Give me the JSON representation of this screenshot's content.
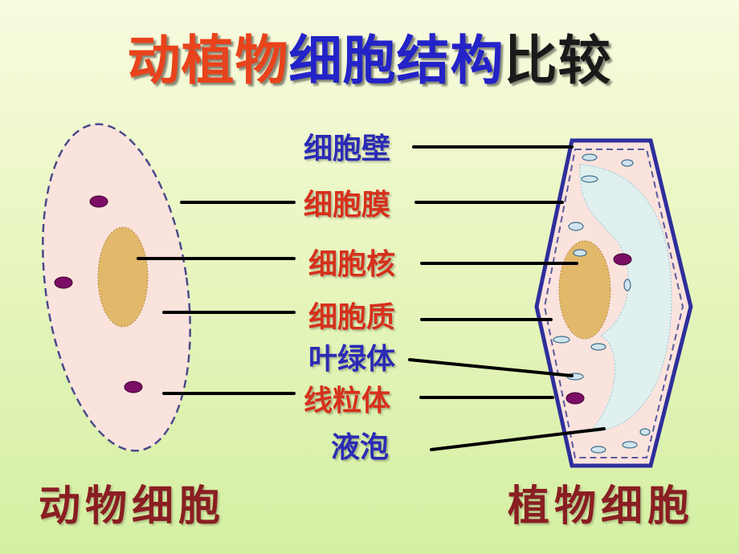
{
  "title": {
    "part1": "动植物",
    "part2": "细胞结构",
    "part3": "比较"
  },
  "labels": {
    "cell_wall": "细胞壁",
    "cell_membrane": "细胞膜",
    "nucleus": "细胞核",
    "cytoplasm": "细胞质",
    "chloroplast": "叶绿体",
    "mitochondria": "线粒体",
    "vacuole": "液泡"
  },
  "bottom": {
    "animal_cell": "动物细胞",
    "plant_cell": "植物细胞"
  },
  "colors": {
    "title_red": "#e8431c",
    "title_blue": "#2323c8",
    "title_black": "#1a1a1a",
    "label_blue": "#2b2bb5",
    "label_red": "#d6301c",
    "bottom_text": "#8a1e22",
    "cell_fill": "#fbe3dd",
    "nucleus_fill": "#e2b86a",
    "mitochondria_fill": "#7c0d66",
    "cell_wall_stroke": "#2e2e9c",
    "vacuole_fill": "#dff0ee"
  }
}
